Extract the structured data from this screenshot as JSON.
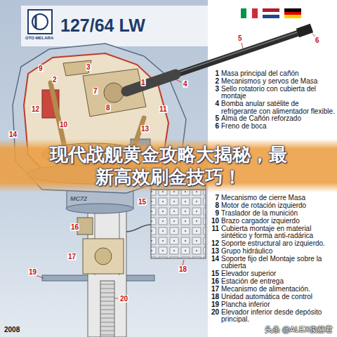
{
  "diagram": {
    "title": "127/64 LW",
    "nodes": [
      {
        "text": [
          "现代战舰黄金攻略大揭秘，最新高效刷金技巧！"
        ]
      }
    ],
    "labels": [
      "OTO MELARA",
      "1",
      "Masa principal del cañón",
      "2",
      "Mecanismos y servos de Masa",
      "3",
      "Sello rotatorio con cubierta del montaje",
      "4",
      "Bomba anular satélite de refrigerante con alimentador flexible.",
      "5",
      "Alma de Cañón reforzado",
      "6",
      "Freno de boca",
      "7",
      "Mecanismo de cierre Masa",
      "8",
      "Motor de rotación izquierdo",
      "9",
      "Traslador de la munición",
      "10",
      "Brazo cargador izquierdo",
      "11",
      "Cubierta montaje en material sintético y forma anti-radárica",
      "12",
      "Soporte estructural aro izquierdo.",
      "13",
      "Grupo hidráulico",
      "14",
      "Soporte fijo del Montaje sobre la cubierta",
      "15",
      "Elevador superior",
      "16",
      "Estación de entrega",
      "17",
      "Mecanismo de alimentación.",
      "18",
      "Unidad automática de control",
      "19",
      "Plancha inferior",
      "20",
      "Elevador inferior desde depósito principal.",
      "1",
      "2",
      "3",
      "4",
      "5",
      "6",
      "7",
      "8",
      "9",
      "10",
      "11",
      "12",
      "13",
      "14",
      "15",
      "16",
      "17",
      "18",
      "19",
      "20",
      "MC72",
      "2008",
      "头条 @ALEX俊赫君"
    ]
  }
}
